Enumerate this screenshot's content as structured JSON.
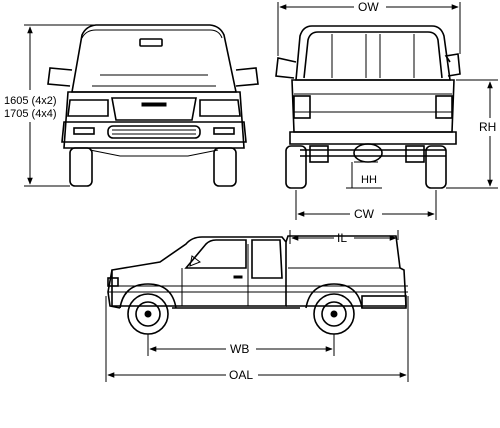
{
  "dimensions": {
    "height_label_line1": "1605 (4x2)",
    "height_label_line2": "1705 (4x4)",
    "overall_width": "OW",
    "rear_height": "RH",
    "hitch_height": "HH",
    "cab_width": "CW",
    "inner_length": "IL",
    "wheelbase": "WB",
    "overall_length": "OAL"
  }
}
